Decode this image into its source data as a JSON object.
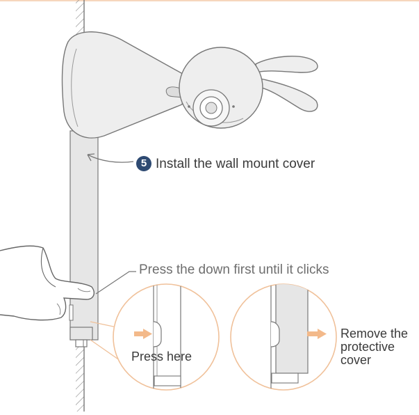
{
  "step": {
    "number": "5",
    "label": "Install the wall mount cover"
  },
  "callouts": {
    "press_down": "Press the down first until it clicks",
    "press_here": "Press here",
    "remove_line1": "Remove the",
    "remove_line2": "protective",
    "remove_line3": "cover"
  },
  "colors": {
    "accent_orange": "#f3b98a",
    "badge_navy": "#2e4a72",
    "line_gray": "#777777",
    "panel_gray": "#e6e6e6"
  }
}
